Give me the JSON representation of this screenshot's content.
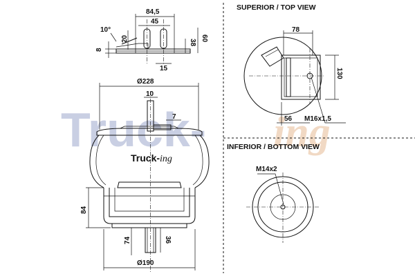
{
  "views": {
    "top": "SUPERIOR / TOP VIEW",
    "bottom": "INFERIOR / BOTTOM VIEW"
  },
  "dims": {
    "d84_5": "84,5",
    "d45": "45",
    "d20": "20",
    "d10deg": "10°",
    "d8": "8",
    "d60": "60",
    "d38": "38",
    "d15": "15",
    "d228": "Ø228",
    "d10": "10",
    "d7": "7",
    "d84": "84",
    "d74": "74",
    "d36": "36",
    "d190": "Ø190",
    "d78": "78",
    "d130": "130",
    "d56": "56",
    "m16": "M16x1,5",
    "m14": "M14x2"
  },
  "watermark": {
    "main": "Truck-",
    "script": "ing"
  },
  "logo": {
    "main": "Truck-",
    "script": "ing"
  }
}
